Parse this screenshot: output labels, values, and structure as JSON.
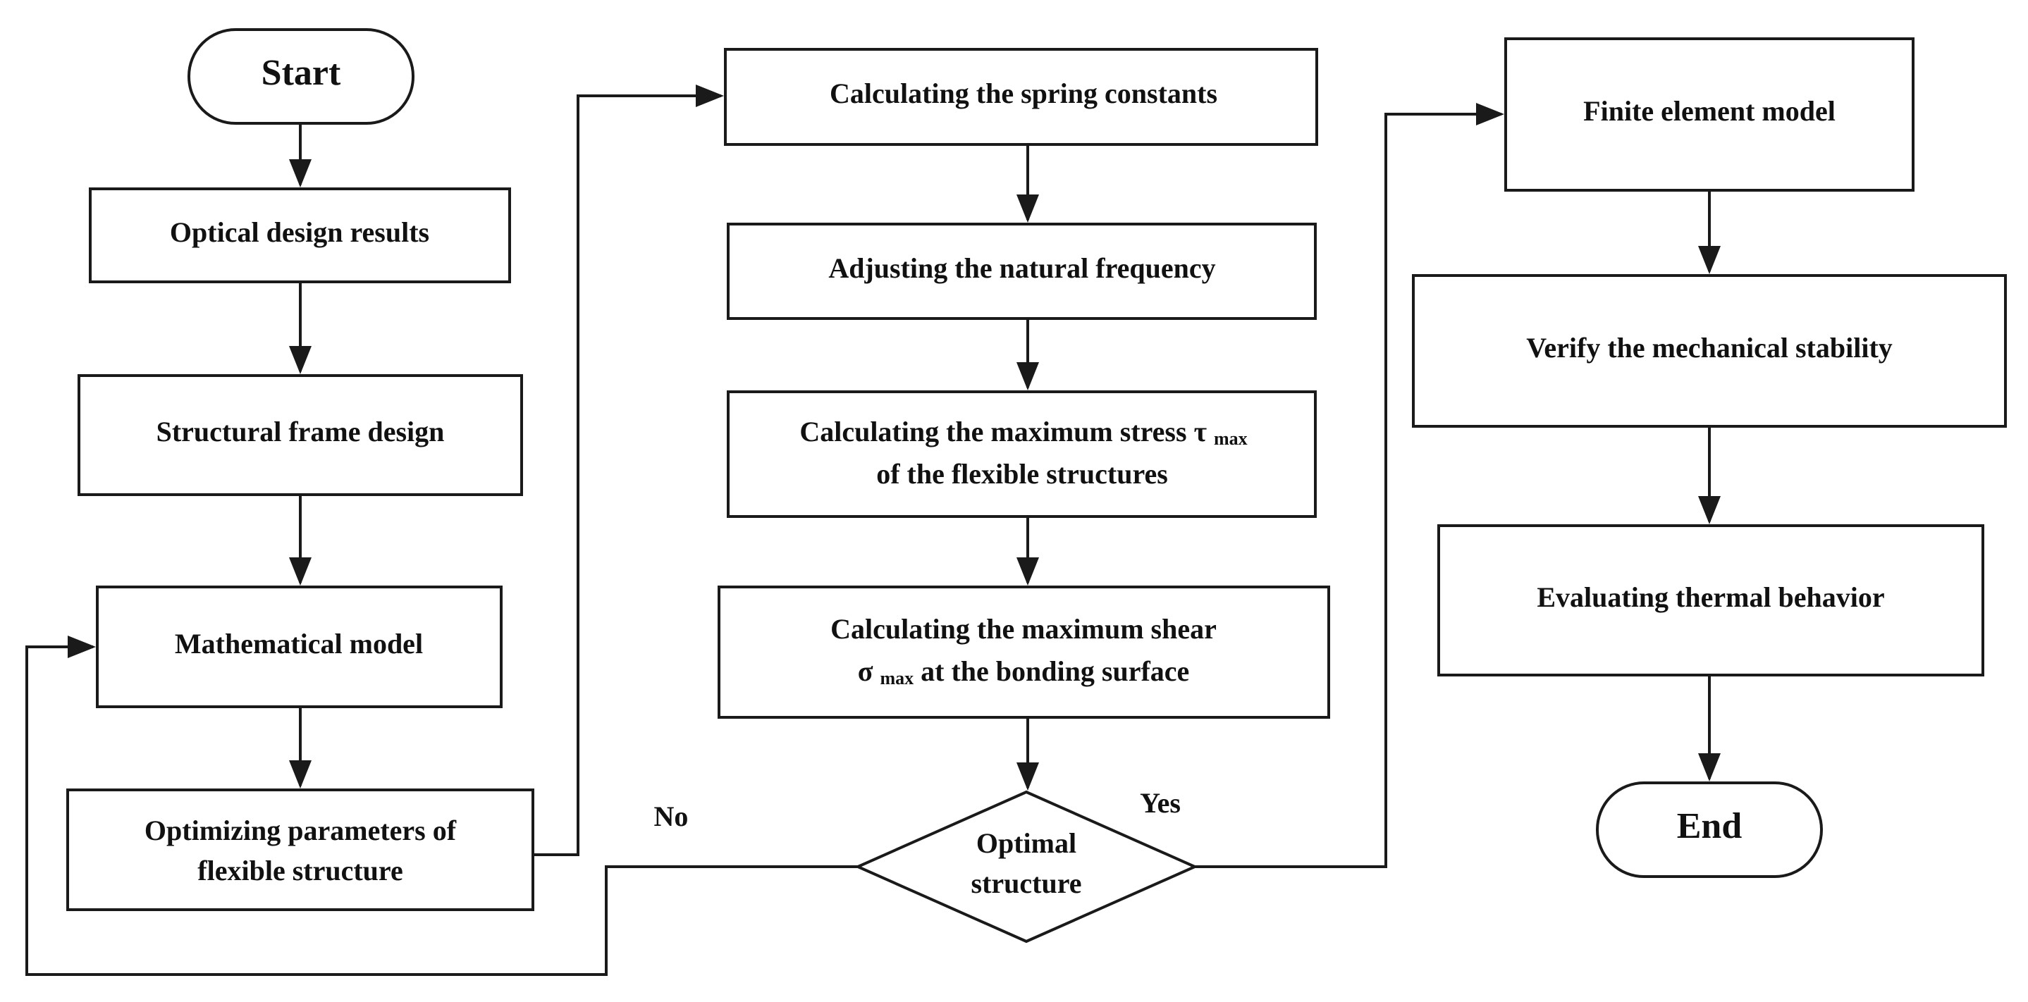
{
  "nodes": {
    "start": "Start",
    "optical_design_results": "Optical design results",
    "structural_frame_design": "Structural frame design",
    "mathematical_model": "Mathematical model",
    "optimizing_parameters": {
      "line1": "Optimizing parameters of",
      "line2": "flexible structure"
    },
    "calculating_spring_constants": "Calculating the spring constants",
    "adjusting_natural_frequency": "Adjusting the natural frequency",
    "calculating_max_stress": {
      "line1": "Calculating the maximum stress",
      "symbol": "τ",
      "subscript": "max",
      "line2": "of the flexible structures"
    },
    "calculating_max_shear": {
      "line1": "Calculating the maximum shear",
      "symbol": "σ",
      "subscript": "max",
      "line2_rest": " at the bonding surface"
    },
    "optimal_structure": {
      "line1": "Optimal",
      "line2": "structure"
    },
    "finite_element_model": "Finite element model",
    "verify_mechanical_stability": "Verify the mechanical stability",
    "evaluating_thermal_behavior": "Evaluating thermal behavior",
    "end": "End"
  },
  "edge_labels": {
    "no": "No",
    "yes": "Yes"
  },
  "colors": {
    "stroke": "#1a1a1a",
    "text": "#111111",
    "background": "#ffffff"
  }
}
